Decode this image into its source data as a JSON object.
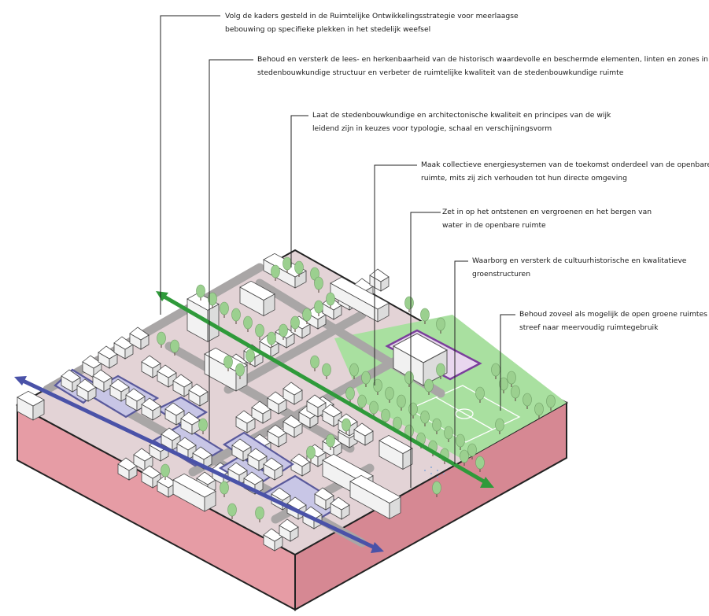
{
  "diagram": {
    "colors": {
      "base_top": "#e3d3d6",
      "base_side_left": "#e69ca5",
      "base_side_right": "#d68893",
      "road": "#a9a6a6",
      "green_zone": "#a9e0a0",
      "building": "#ffffff",
      "heritage_outline": "#5a5a9c",
      "heritage_fill": "#c8c6e6",
      "culture_outline": "#7b3f9c",
      "arrow_green": "#2f9a3a",
      "arrow_blue": "#4a52a8",
      "tree_leaf": "#9bd08f",
      "tree_trunk": "#6a5a50",
      "water_dots": "#8aa9d6",
      "leader": "#222222"
    },
    "elements": [
      "building-block",
      "tree",
      "road",
      "heritage-zone",
      "green-field",
      "sports-field",
      "water-storage",
      "green-corridor-arrow",
      "blue-corridor-arrow"
    ]
  },
  "callouts": [
    {
      "lines": [
        "Volg de kaders gesteld in de Ruimtelijke Ontwikkelingsstrategie voor meerlaagse",
        "bebouwing op specifieke plekken in het stedelijk weefsel"
      ]
    },
    {
      "lines": [
        "Behoud en versterk de lees- en herkenbaarheid van de historisch waardevolle en beschermde elementen, linten en zones in de",
        "stedenbouwkundige structuur en verbeter de ruimtelijke kwaliteit van de stedenbouwkundige ruimte"
      ]
    },
    {
      "lines": [
        "Laat de stedenbouwkundige en architectonische kwaliteit en principes van de wijk",
        "leidend zijn in keuzes voor  typologie, schaal en verschijningsvorm"
      ]
    },
    {
      "lines": [
        "Maak collectieve energiesystemen van de toekomst onderdeel van de openbare",
        "ruimte, mits zij zich verhouden tot hun directe omgeving"
      ]
    },
    {
      "lines": [
        "Zet in op het ontstenen en vergroenen en het bergen van",
        "water in de openbare ruimte"
      ]
    },
    {
      "lines": [
        "Waarborg en versterk de cultuurhistorische en kwalitatieve",
        "groenstructuren"
      ]
    },
    {
      "lines": [
        "Behoud zoveel als mogelijk de open groene ruimtes en",
        "streef naar meervoudig ruimtegebruik"
      ]
    }
  ]
}
